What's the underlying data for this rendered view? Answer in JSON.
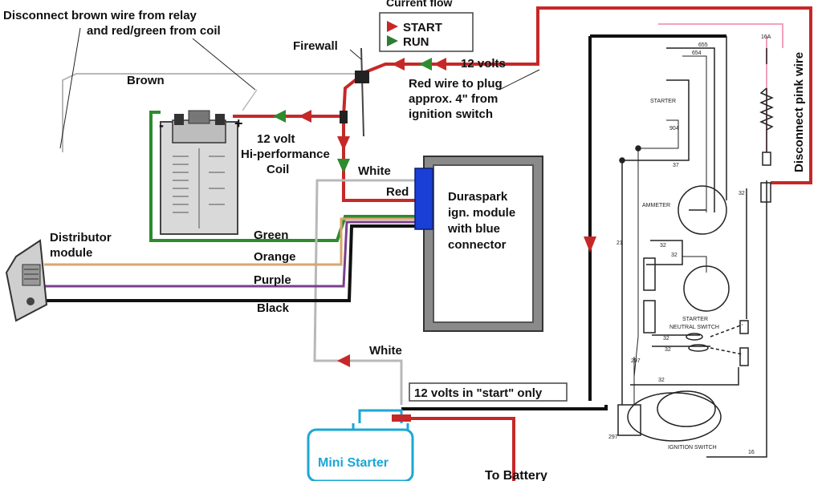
{
  "notes": {
    "disconnect_line1": "Disconnect brown wire from relay",
    "disconnect_line2": "and red/green from coil",
    "red_wire_line1": "Red wire to plug",
    "red_wire_line2": "approx. 4\" from",
    "red_wire_line3": "ignition switch",
    "start_only": "12 volts in \"start\" only",
    "disconnect_pink": "Disconnect pink wire"
  },
  "legend": {
    "title": "Current flow",
    "start": "START",
    "run": "RUN",
    "start_color": "#c62828",
    "run_color": "#2e7d32"
  },
  "labels": {
    "firewall": "Firewall",
    "brown": "Brown",
    "twelve_volts": "12 volts",
    "coil_line1": "12 volt",
    "coil_line2": "Hi-performance",
    "coil_line3": "Coil",
    "coil_minus": "-",
    "coil_plus": "+",
    "white_top": "White",
    "red": "Red",
    "green": "Green",
    "orange": "Orange",
    "purple": "Purple",
    "black": "Black",
    "white_bottom": "White",
    "distributor_line1": "Distributor",
    "distributor_line2": "module",
    "module_line1": "Duraspark",
    "module_line2": "ign. module",
    "module_line3": "with blue",
    "module_line4": "connector",
    "mini_starter": "Mini Starter",
    "to_battery": "To Battery"
  },
  "schematic": {
    "w655": "655",
    "w654": "654",
    "w904": "904",
    "w37": "37",
    "w21": "21",
    "w32a": "32",
    "w32b": "32",
    "w32c": "32",
    "w32d": "32",
    "w32e": "32",
    "w32f": "32",
    "w297a": "297",
    "w297b": "297",
    "w16": "16",
    "w16a": "16A",
    "starter": "STARTER",
    "ammeter": "AMMETER",
    "starter2": "STARTER",
    "neutral_switch": "NEUTRAL SWITCH",
    "ignition_switch": "IGNITION SWITCH"
  },
  "colors": {
    "red_wire": "#c62828",
    "green_wire": "#2e8b2e",
    "orange_wire": "#d9a66a",
    "purple_wire": "#7b3f8c",
    "black_wire": "#111111",
    "white_wire": "#b8b8b8",
    "blue_connector": "#1a3fd6",
    "mini_starter_blue": "#1aa7d6",
    "pink_wire": "#f4a0c0"
  }
}
